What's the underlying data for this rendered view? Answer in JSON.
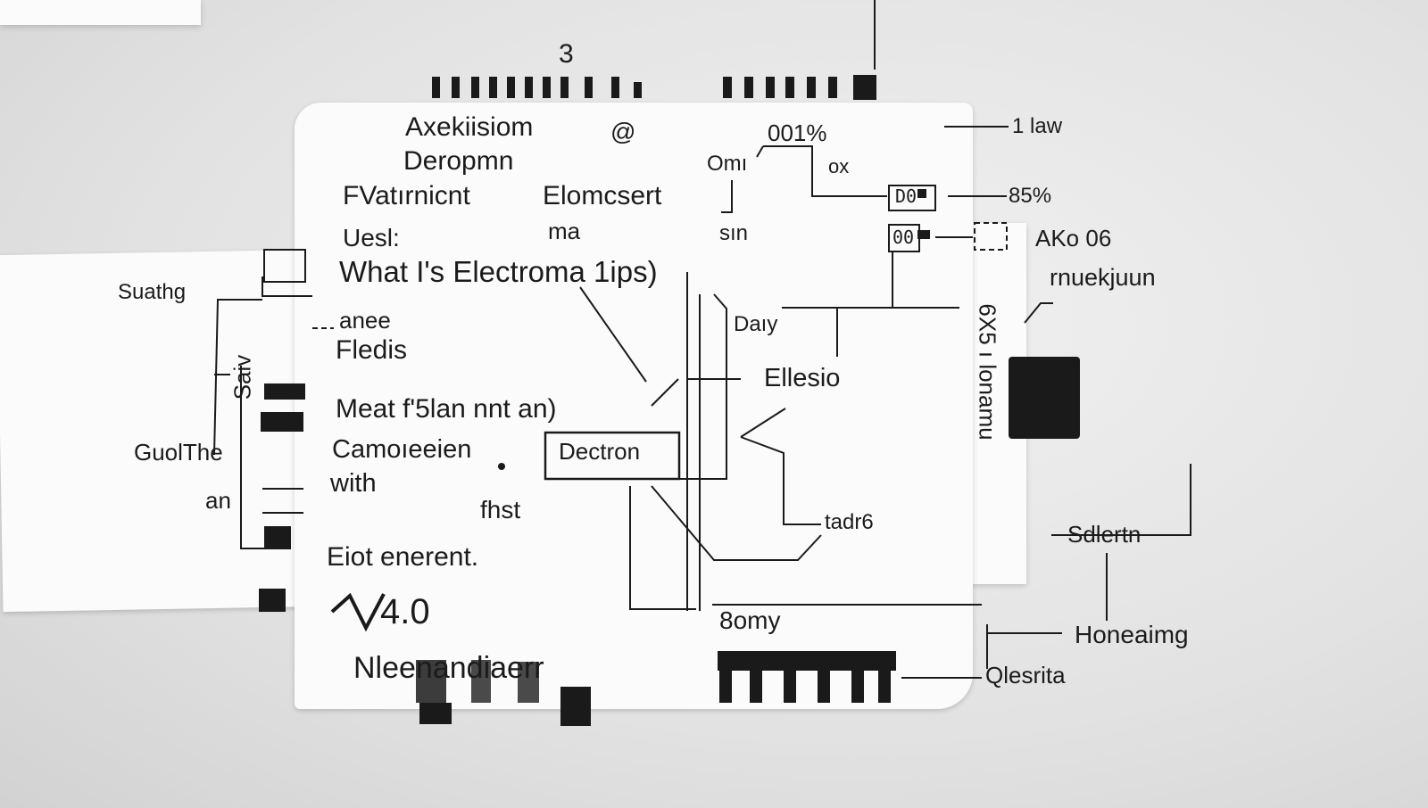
{
  "top_number": "3",
  "main": {
    "line1": "Axekiisiom",
    "at_symbol": "@",
    "line2": "Deropmn",
    "line3": "FVatırnicnt",
    "line3b": "Elomcsert",
    "line4": "Uesl:",
    "line4b": "ma",
    "line4c": "sın",
    "headline": "What I's Electroma 1ips)",
    "line6": "anee",
    "line7": "Fledis",
    "line8": "Meat f'5lan nnt an)",
    "line9": "Camoıeeien",
    "line10": "with",
    "line11": "fhst",
    "line12": "Eiot enerent.",
    "box_label": "Dectron",
    "pct": "001%",
    "omi": "Omı",
    "ox": "ox",
    "day": "Daıy",
    "ellesio": "Ellesio",
    "tadr6": "tadr6",
    "bomy": "8omy"
  },
  "right": {
    "iaw": "1 law",
    "d0": "D0",
    "pct85": "85%",
    "o0": "00",
    "ako": "AKo 06",
    "rnuekjuun": "rnuekjuun",
    "rotated": "6X5 ı lonamu",
    "sdlertn": "Sdlertn",
    "honeaimg": "Honeaimg",
    "qlesrita": "Qlesrita"
  },
  "left": {
    "suathg": "Suathg",
    "saiv": "Saiv",
    "guolthe": "GuolThe",
    "an": "an"
  },
  "bottom": {
    "value": "4.0",
    "caption": "Nleenandiaerr"
  }
}
